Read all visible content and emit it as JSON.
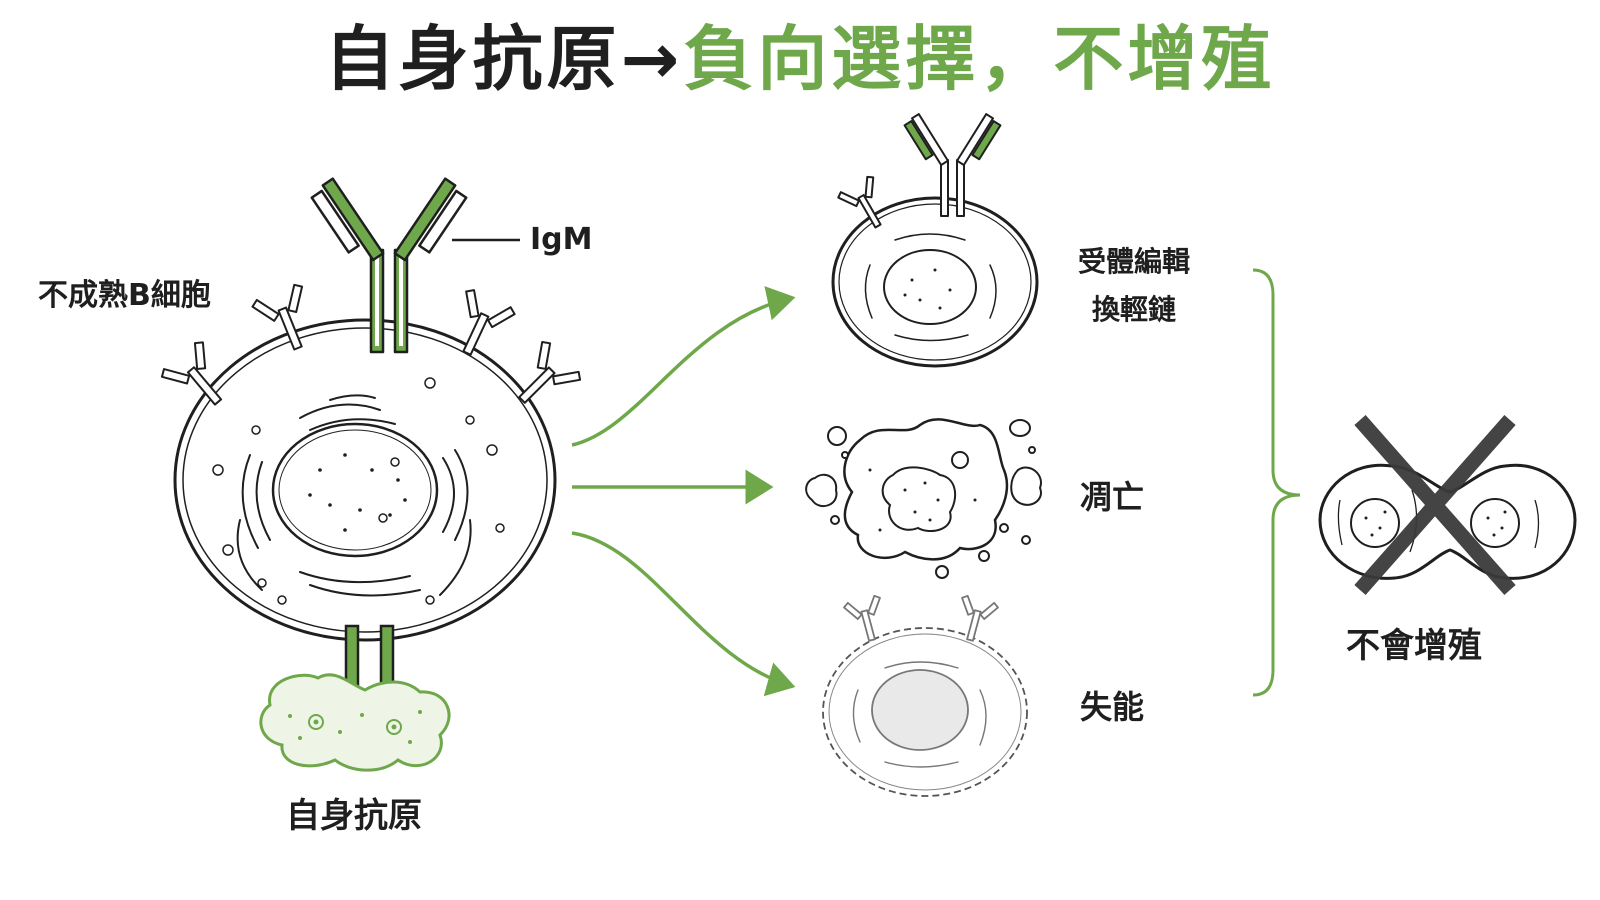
{
  "title": {
    "part1": "自身抗原→",
    "part2": "負向選擇，不增殖"
  },
  "labels": {
    "immature_b_cell": "不成熟B細胞",
    "igm": "IgM",
    "self_antigen": "自身抗原",
    "receptor_editing_line1": "受體編輯",
    "receptor_editing_line2": "換輕鏈",
    "apoptosis": "凋亡",
    "anergy": "失能",
    "no_proliferation": "不會增殖"
  },
  "colors": {
    "accent_green": "#6fa84a",
    "ink": "#1f1f1f",
    "cross": "#3a3a3a"
  }
}
